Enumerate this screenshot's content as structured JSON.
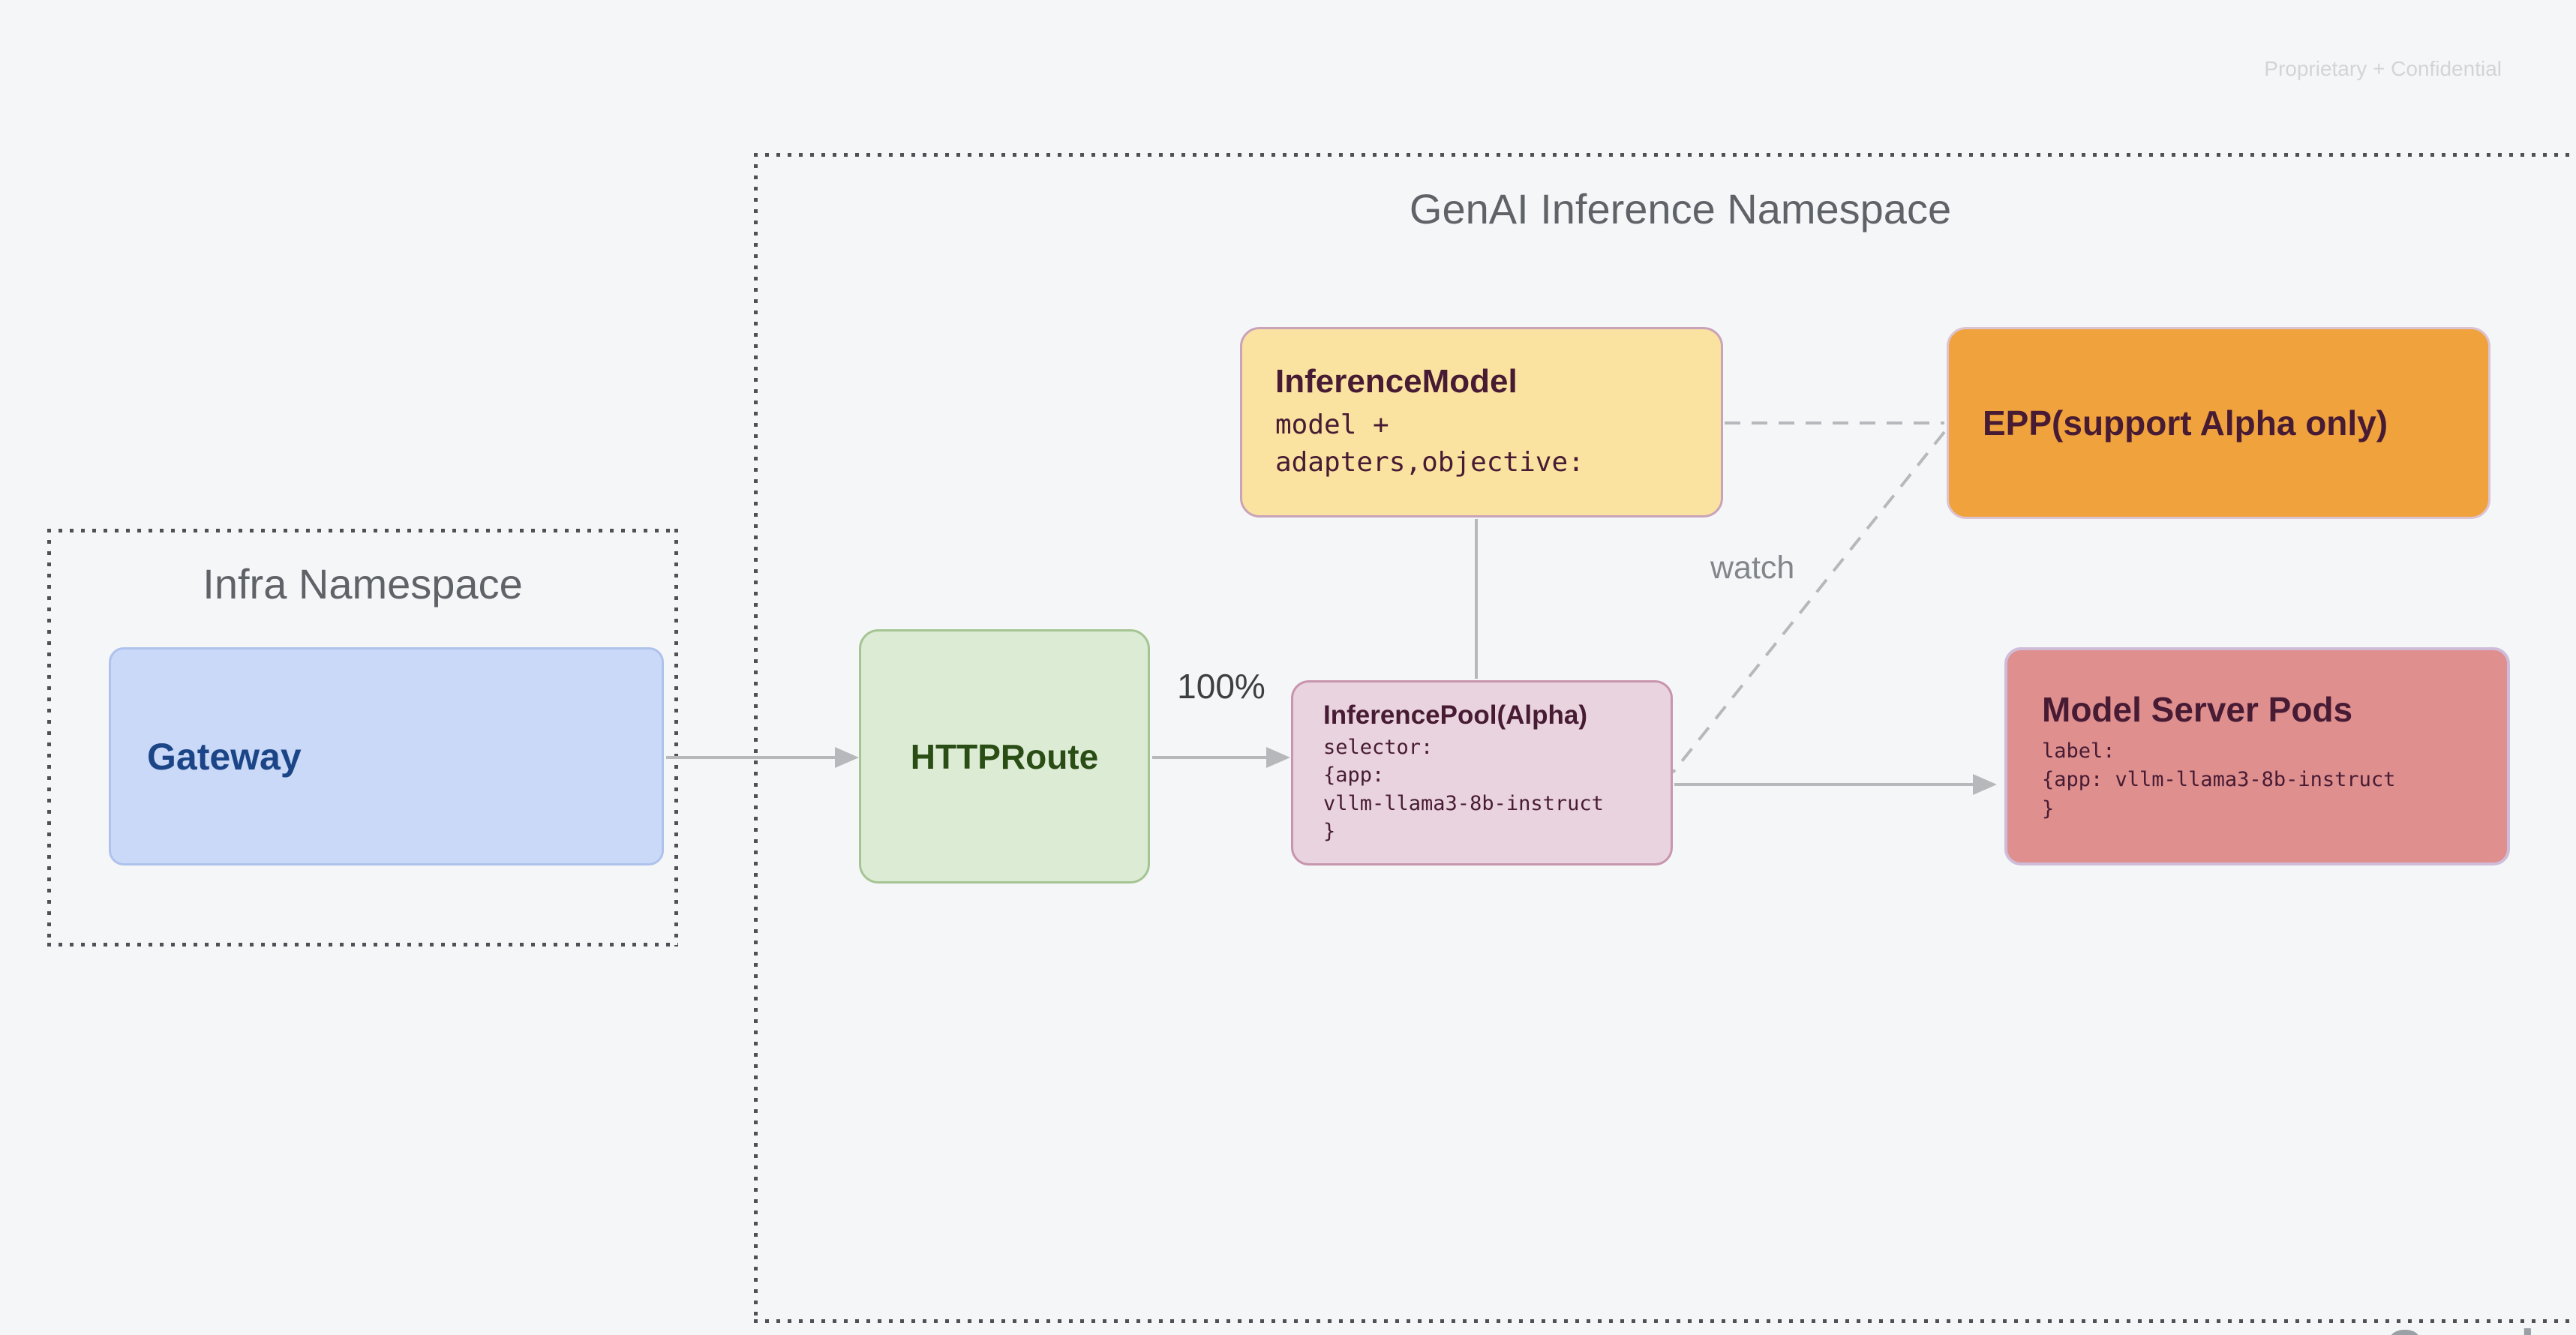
{
  "page": {
    "confidential_label": "Proprietary + Confidential",
    "brand_logo": "Google"
  },
  "diagram": {
    "genai_namespace": {
      "title": "GenAI Inference Namespace"
    },
    "infra_namespace": {
      "title": "Infra Namespace"
    },
    "nodes": {
      "gateway": {
        "title": "Gateway"
      },
      "httproute": {
        "title": "HTTPRoute"
      },
      "inference_model": {
        "title": "InferenceModel",
        "body_lines": [
          "model +",
          "adapters,objective:"
        ]
      },
      "epp": {
        "title": "EPP(support Alpha only)"
      },
      "inference_pool": {
        "title": "InferencePool(Alpha)",
        "body_lines": [
          "selector:",
          "{app:",
          "vllm-llama3-8b-instruct",
          "}"
        ]
      },
      "model_server_pods": {
        "title": "Model Server Pods",
        "body_lines": [
          "label:",
          "{app: vllm-llama3-8b-instruct",
          "}"
        ]
      }
    },
    "edge_labels": {
      "traffic_split": "100%",
      "watch": "watch"
    },
    "colors": {
      "page_bg": "#f5f6f8",
      "dot": "#4e5256",
      "ns_title": "#5f6368",
      "dark_label": "#3c4043",
      "muted_label": "#82868b",
      "faint_label": "#d3d4d7",
      "line": "#b7b8bb",
      "maroon": "#471b33",
      "gateway_fill": "#c9d9f7",
      "gateway_border": "#aec2ec",
      "gateway_text": "#1c4587",
      "httproute_fill": "#dcebd3",
      "httproute_border": "#a5c493",
      "httproute_text": "#2a4d16",
      "im_fill": "#fae3a0",
      "im_border": "#c8a3b9",
      "epp_fill": "#f0a23d",
      "epp_border": "#dcc3d2",
      "ip_fill": "#e9d3de",
      "ip_border": "#c795ae",
      "msp_fill": "#de8f8e",
      "msp_border": "#cfbcd9",
      "google_gray": "#9aa0a6"
    }
  }
}
